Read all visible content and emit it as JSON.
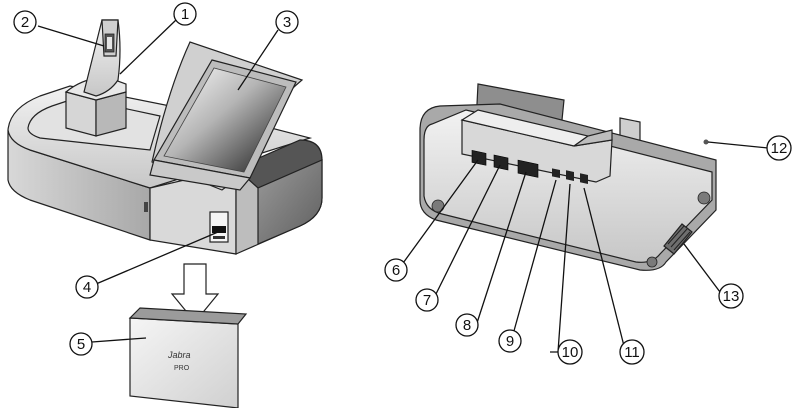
{
  "callouts": [
    "1",
    "2",
    "3",
    "4",
    "5",
    "6",
    "7",
    "8",
    "9",
    "10",
    "11",
    "12",
    "13"
  ],
  "card": {
    "brand": "Jabra",
    "model": "PRO"
  }
}
